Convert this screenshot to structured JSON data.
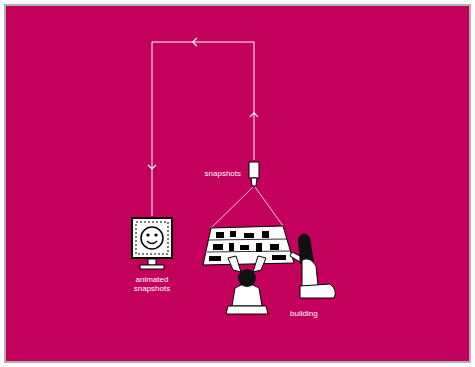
{
  "diagram": {
    "nodes": [
      {
        "text": [
          "snapshots"
        ]
      },
      {
        "text": [
          "animated snapshots"
        ]
      }
    ],
    "edges": [
      {
        "from": 0,
        "to": 1,
        "arrow": "to"
      }
    ],
    "labels": [
      "building"
    ]
  }
}
